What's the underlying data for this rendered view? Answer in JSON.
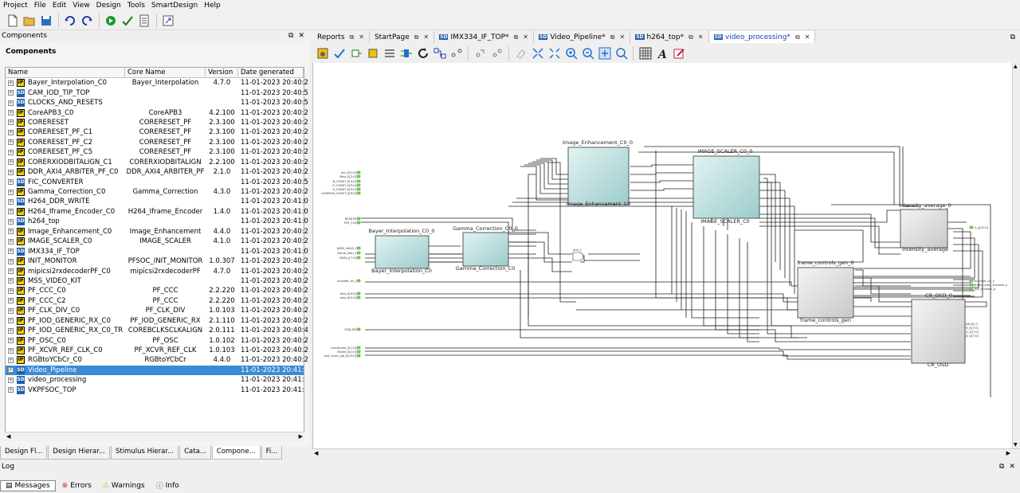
{
  "menu": [
    "Project",
    "File",
    "Edit",
    "View",
    "Design",
    "Tools",
    "SmartDesign",
    "Help"
  ],
  "components_header": {
    "title": "Components",
    "float_icon": "⧉",
    "close_icon": "✕"
  },
  "components_panel_title": "Components",
  "columns": [
    "Name",
    "Core Name",
    "Version",
    "Date generated"
  ],
  "rows": [
    {
      "type": "IP",
      "name": "Bayer_Interpolation_C0",
      "core": "Bayer_Interpolation",
      "version": "4.7.0",
      "date": "11-01-2023 20:40:2",
      "selected": false
    },
    {
      "type": "SD",
      "name": "CAM_IOD_TIP_TOP",
      "core": "",
      "version": "",
      "date": "11-01-2023 20:40:5",
      "selected": false
    },
    {
      "type": "SD",
      "name": "CLOCKS_AND_RESETS",
      "core": "",
      "version": "",
      "date": "11-01-2023 20:40:5",
      "selected": false
    },
    {
      "type": "IP",
      "name": "CoreAPB3_C0",
      "core": "CoreAPB3",
      "version": "4.2.100",
      "date": "11-01-2023 20:40:2",
      "selected": false
    },
    {
      "type": "IP",
      "name": "CORERESET",
      "core": "CORERESET_PF",
      "version": "2.3.100",
      "date": "11-01-2023 20:40:2",
      "selected": false
    },
    {
      "type": "IP",
      "name": "CORERESET_PF_C1",
      "core": "CORERESET_PF",
      "version": "2.3.100",
      "date": "11-01-2023 20:40:2",
      "selected": false
    },
    {
      "type": "IP",
      "name": "CORERESET_PF_C2",
      "core": "CORERESET_PF",
      "version": "2.3.100",
      "date": "11-01-2023 20:40:2",
      "selected": false
    },
    {
      "type": "IP",
      "name": "CORERESET_PF_C5",
      "core": "CORERESET_PF",
      "version": "2.3.100",
      "date": "11-01-2023 20:40:2",
      "selected": false
    },
    {
      "type": "IP",
      "name": "CORERXIODBITALIGN_C1",
      "core": "CORERXIODBITALIGN",
      "version": "2.2.100",
      "date": "11-01-2023 20:40:2",
      "selected": false
    },
    {
      "type": "IP",
      "name": "DDR_AXI4_ARBITER_PF_C0",
      "core": "DDR_AXI4_ARBITER_PF",
      "version": "2.1.0",
      "date": "11-01-2023 20:40:2",
      "selected": false
    },
    {
      "type": "SD",
      "name": "FIC_CONVERTER",
      "core": "",
      "version": "",
      "date": "11-01-2023 20:40:5",
      "selected": false
    },
    {
      "type": "IP",
      "name": "Gamma_Correction_C0",
      "core": "Gamma_Correction",
      "version": "4.3.0",
      "date": "11-01-2023 20:40:2",
      "selected": false
    },
    {
      "type": "SD",
      "name": "H264_DDR_WRITE",
      "core": "",
      "version": "",
      "date": "11-01-2023 20:41:0",
      "selected": false
    },
    {
      "type": "IP",
      "name": "H264_Iframe_Encoder_C0",
      "core": "H264_Iframe_Encoder",
      "version": "1.4.0",
      "date": "11-01-2023 20:41:0",
      "selected": false
    },
    {
      "type": "SD",
      "name": "h264_top",
      "core": "",
      "version": "",
      "date": "11-01-2023 20:41:0",
      "selected": false
    },
    {
      "type": "IP",
      "name": "Image_Enhancement_C0",
      "core": "Image_Enhancement",
      "version": "4.4.0",
      "date": "11-01-2023 20:40:2",
      "selected": false
    },
    {
      "type": "IP",
      "name": "IMAGE_SCALER_C0",
      "core": "IMAGE_SCALER",
      "version": "4.1.0",
      "date": "11-01-2023 20:40:2",
      "selected": false
    },
    {
      "type": "SD",
      "name": "IMX334_IF_TOP",
      "core": "",
      "version": "",
      "date": "11-01-2023 20:41:0",
      "selected": false
    },
    {
      "type": "IP",
      "name": "INIT_MONITOR",
      "core": "PFSOC_INIT_MONITOR",
      "version": "1.0.307",
      "date": "11-01-2023 20:40:2",
      "selected": false
    },
    {
      "type": "IP",
      "name": "mipicsi2rxdecoderPF_C0",
      "core": "mipicsi2rxdecoderPF",
      "version": "4.7.0",
      "date": "11-01-2023 20:40:2",
      "selected": false
    },
    {
      "type": "IP",
      "name": "MSS_VIDEO_KIT",
      "core": "",
      "version": "",
      "date": "11-01-2023 20:40:2",
      "selected": false
    },
    {
      "type": "IP",
      "name": "PF_CCC_C0",
      "core": "PF_CCC",
      "version": "2.2.220",
      "date": "11-01-2023 20:40:2",
      "selected": false
    },
    {
      "type": "IP",
      "name": "PF_CCC_C2",
      "core": "PF_CCC",
      "version": "2.2.220",
      "date": "11-01-2023 20:40:2",
      "selected": false
    },
    {
      "type": "IP",
      "name": "PF_CLK_DIV_C0",
      "core": "PF_CLK_DIV",
      "version": "1.0.103",
      "date": "11-01-2023 20:40:2",
      "selected": false
    },
    {
      "type": "IP",
      "name": "PF_IOD_GENERIC_RX_C0",
      "core": "PF_IOD_GENERIC_RX",
      "version": "2.1.110",
      "date": "11-01-2023 20:40:2",
      "selected": false
    },
    {
      "type": "IP",
      "name": "PF_IOD_GENERIC_RX_C0_TR",
      "core": "COREBCLKSCLKALIGN",
      "version": "2.0.111",
      "date": "11-01-2023 20:40:4",
      "selected": false
    },
    {
      "type": "IP",
      "name": "PF_OSC_C0",
      "core": "PF_OSC",
      "version": "1.0.102",
      "date": "11-01-2023 20:40:2",
      "selected": false
    },
    {
      "type": "IP",
      "name": "PF_XCVR_REF_CLK_C0",
      "core": "PF_XCVR_REF_CLK",
      "version": "1.0.103",
      "date": "11-01-2023 20:40:2",
      "selected": false
    },
    {
      "type": "IP",
      "name": "RGBtoYCbCr_C0",
      "core": "RGBtoYCbCr",
      "version": "4.4.0",
      "date": "11-01-2023 20:40:2",
      "selected": false
    },
    {
      "type": "SD",
      "name": "Video_Pipeline",
      "core": "",
      "version": "",
      "date": "11-01-2023 20:41:",
      "selected": true
    },
    {
      "type": "SD",
      "name": "video_processing",
      "core": "",
      "version": "",
      "date": "11-01-2023 20:41:",
      "selected": false
    },
    {
      "type": "SD",
      "name": "VKPFSOC_TOP",
      "core": "",
      "version": "",
      "date": "11-01-2023 20:41:",
      "selected": false
    }
  ],
  "bottom_tabs": [
    "Design Fl...",
    "Design Hierar...",
    "Stimulus Hierar...",
    "Cata...",
    "Compone...",
    "Fi..."
  ],
  "active_bottom_tab": 4,
  "doc_tabs": [
    {
      "label": "Reports",
      "sd": false,
      "active": false
    },
    {
      "label": "StartPage",
      "sd": false,
      "active": false
    },
    {
      "label": "IMX334_IF_TOP*",
      "sd": true,
      "active": false
    },
    {
      "label": "Video_Pipeline*",
      "sd": true,
      "active": false
    },
    {
      "label": "h264_top*",
      "sd": true,
      "active": false
    },
    {
      "label": "video_processing*",
      "sd": true,
      "active": true
    }
  ],
  "tab_controls": {
    "float": "⧉",
    "close": "✕"
  },
  "canvas": {
    "blocks": {
      "image_enh": "Image_Enhancement_C0_0",
      "image_enh_sub": "Image_Enhancement_C0",
      "scaler": "IMAGE_SCALER_C0_0",
      "scaler_sub": "IMAGE_SCALER_C0",
      "bayer": "Bayer_Interpolation_C0_0",
      "bayer_sub": "Bayer_Interpolation_C0",
      "gamma": "Gamma_Correction_C0_0",
      "gamma_sub": "Gamma_Correction_C0",
      "intensity": "intensity_average_0",
      "intensity_sub": "intensity_average",
      "frame": "frame_controls_gen_0",
      "frame_sub": "frame_controls_gen",
      "osd": "CR_OSD_0",
      "osd_sub": "CR_OSD"
    },
    "pins_left": [
      "enc_E[2:0]",
      "Bms_E[2:0]",
      "B_CONST_E[9:0]",
      "G_CONST_E[9:0]",
      "R_CONST_E[9:0]",
      "COMMON_CONST_E[9:0]",
      "RESETN",
      "SYS_CLK",
      "DATA_VALID_I",
      "frame_start_I",
      "DATA_I[7:0]",
      "encoder_en_i",
      "bms_E[9:0]",
      "ams_E[9:0]",
      "OSD_EN",
      "coordinate_E[1:0]",
      "Bright_E[1:0]",
      "text_color_rgb_E[23:0]"
    ],
    "pins_right": [
      "y_o[31:0]",
      "encoder_en_o",
      "frame_start_encoder_o",
      "eof_encoder_o",
      "DATA_VALID_O",
      "DATA_R_O[7:0]",
      "DATA_G_O[7:0]",
      "DATA_B_O[7:0]"
    ],
    "gate_label": "and_2"
  },
  "log": {
    "title": "Log",
    "tabs": [
      "Messages",
      "Errors",
      "Warnings",
      "Info"
    ]
  }
}
